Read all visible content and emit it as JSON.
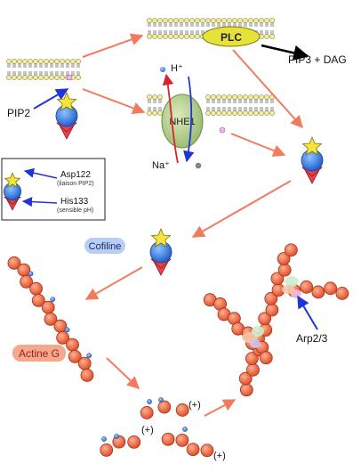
{
  "labels": {
    "plc": "PLC",
    "pip3_dag": "PIP3 + DAG",
    "pip2": "PIP2",
    "h_plus": "H⁺",
    "na_plus": "Na⁺",
    "nhe1": "NHE1",
    "cofiline": "Cofiline",
    "actine_g": "Actine G",
    "arp23": "Arp2/3",
    "plus": "(+)"
  },
  "legend": {
    "asp": "Asp122",
    "asp_note": "(liaison PIP2)",
    "his": "His133",
    "his_note": "(sensible pH)"
  },
  "colors": {
    "arrow": "#f27a5e",
    "black_arrow": "#000000",
    "blue_arrow": "#1f35d6",
    "cofilin_body": "#2f7fe6",
    "star": "#f5e53a",
    "red_tip": "#e8414a",
    "actin": "#ee6c48",
    "nhe1": "#b7d08f",
    "plc": "#e6e23a",
    "lipid_head": "#f4efa2",
    "cofiline_badge": "#b7cff5",
    "actine_badge": "#f4a98e"
  },
  "icons": [
    "cofilin-molecule-icon",
    "actin-filament-icon",
    "nhe1-exchanger-icon",
    "lipid-bilayer-icon"
  ]
}
